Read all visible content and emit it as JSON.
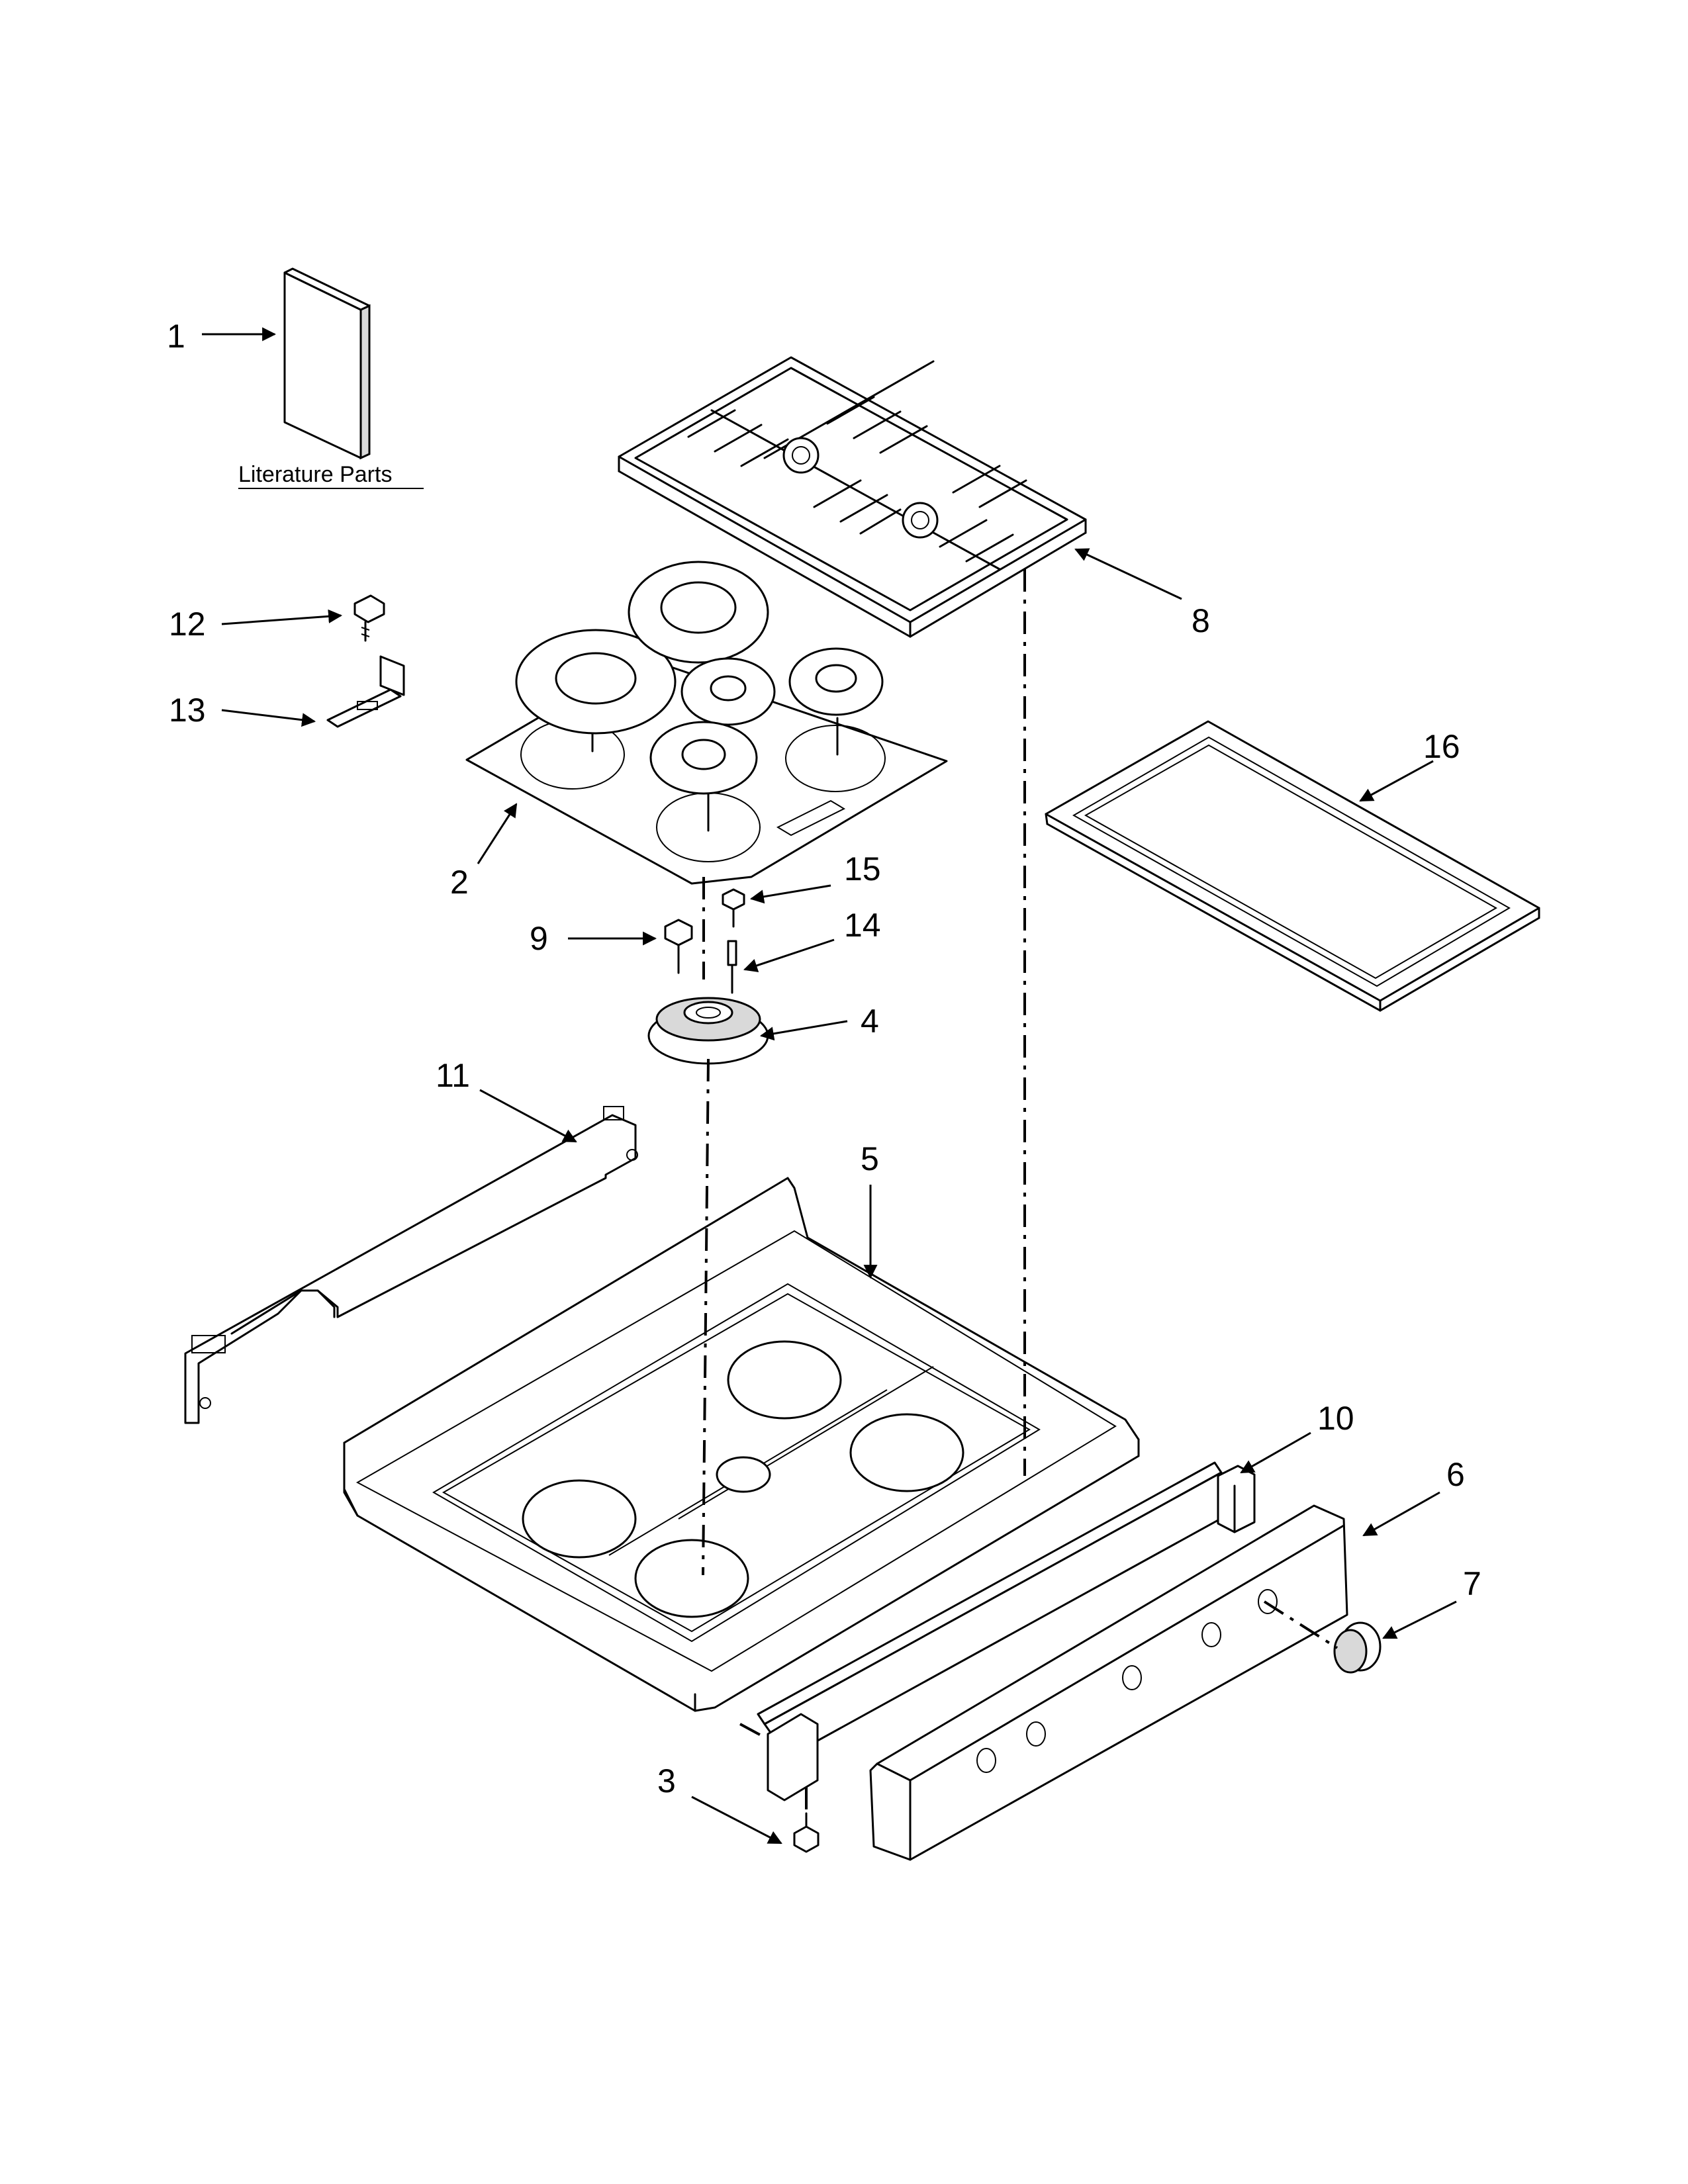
{
  "literature_label": "Literature Parts",
  "callouts": [
    "1",
    "2",
    "3",
    "4",
    "5",
    "6",
    "7",
    "8",
    "9",
    "10",
    "11",
    "12",
    "13",
    "14",
    "15",
    "16"
  ]
}
